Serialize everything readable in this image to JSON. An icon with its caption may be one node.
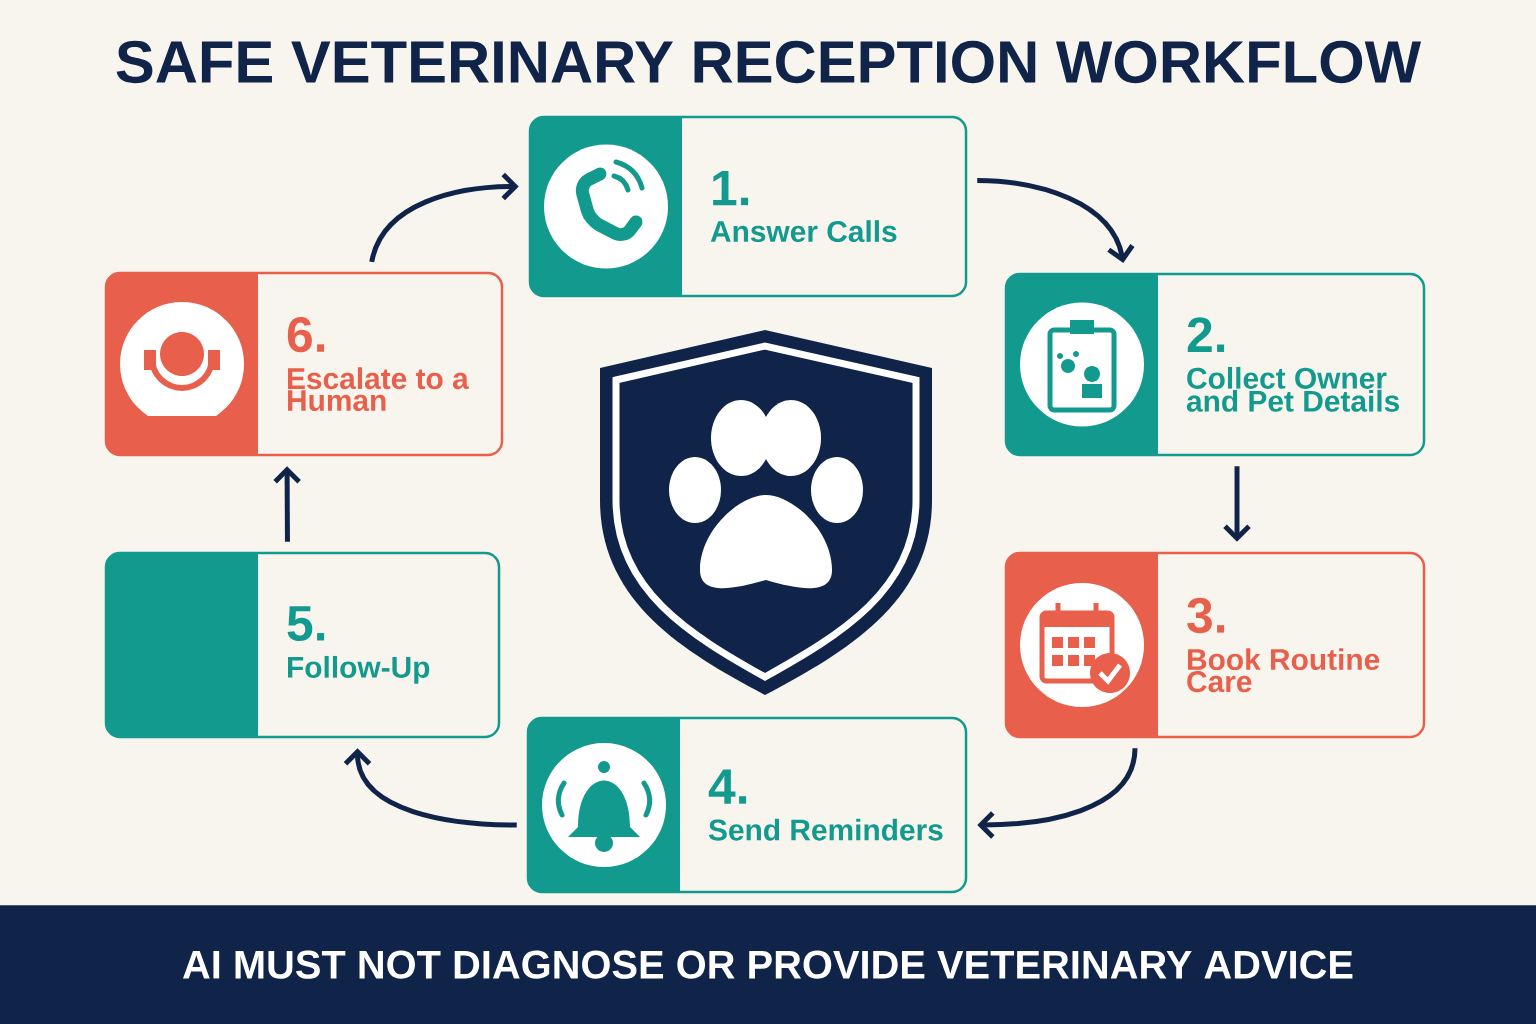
{
  "diagram": {
    "title": "SAFE VETERINARY RECEPTION WORKFLOW",
    "nodes": [
      {
        "text": [
          "1.",
          "Answer Calls"
        ]
      },
      {
        "text": [
          "2.",
          "Collect Owner and Pet Details"
        ]
      },
      {
        "text": [
          "3.",
          "Book Routine Care"
        ]
      },
      {
        "text": [
          "4.",
          "Send Reminders"
        ]
      },
      {
        "text": [
          "5.",
          "Follow-Up"
        ]
      },
      {
        "text": [
          "6.",
          "Escalate to a Human"
        ]
      },
      {
        "text": [
          "AI MUST NOT DIAGNOSE OR PROVIDE VETERINARY ADVICE"
        ]
      }
    ],
    "edges": [
      {
        "from": 0,
        "to": 1,
        "arrow": "to"
      },
      {
        "from": 1,
        "to": 2,
        "arrow": "to"
      },
      {
        "from": 2,
        "to": 3,
        "arrow": "to"
      },
      {
        "from": 3,
        "to": 4,
        "arrow": "to"
      },
      {
        "from": 4,
        "to": 5,
        "arrow": "to"
      },
      {
        "from": 5,
        "to": 0,
        "arrow": "to"
      }
    ]
  }
}
